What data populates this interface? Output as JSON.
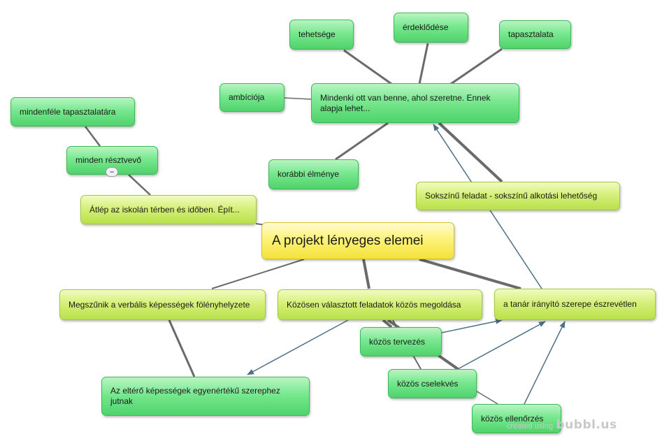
{
  "root": "A projekt lényeges elemei",
  "nodes": {
    "tehetsege": "tehetsége",
    "erdeklodese": "érdeklődése",
    "tapasztalata": "tapasztalata",
    "ambicioja": "ambíciója",
    "mindenki": "Mindenki ott van benne, ahol szeretne. Ennek alapja lehet...",
    "korabbi": "korábbi élménye",
    "mindenfele": "mindenféle tapasztalatára",
    "minden_resztvevo": "minden résztvevő",
    "atlep": "Átlép az iskolán térben és időben. Épít...",
    "sokszinu": "Sokszínű feladat - sokszínű alkotási lehetőség",
    "megszunik": "Megszűnik a verbális képességek fölényhelyzete",
    "kozosen": "Közösen választott feladatok közös megoldása",
    "tanar": "a tanár irányító szerepe észrevétlen",
    "tervezes": "közös tervezés",
    "eltero": "Az eltérő képességek egyenértékű szerephez jutnak",
    "cselekves": "közös cselekvés",
    "ellenorzes": "közös ellenőrzés"
  },
  "collapse_symbol": "−",
  "watermark": {
    "prefix": "created using",
    "brand": "bubbl.us"
  },
  "colors": {
    "green_node": "#5ed878",
    "lime_node": "#c9e861",
    "root_node": "#f7ea55",
    "link_line": "#666666",
    "arrow_line": "#4f6f86"
  }
}
